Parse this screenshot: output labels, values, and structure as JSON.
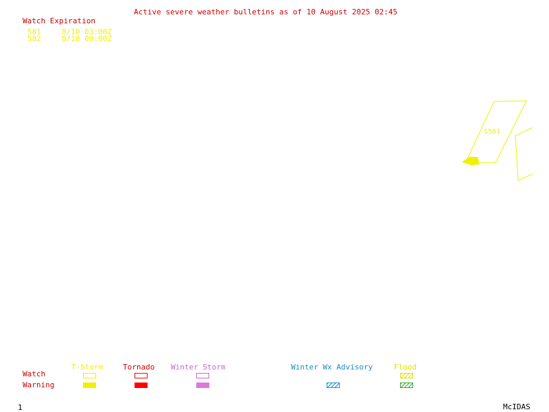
{
  "title": "Active severe weather bulletins as of 10 August 2025 02:45",
  "watch_expiration": {
    "heading": "Watch Expiration",
    "rows": [
      {
        "id": "581",
        "time": "8/10 03:00Z"
      },
      {
        "id": "582",
        "time": "8/10 09:00Z"
      }
    ]
  },
  "map": {
    "watch_label": "S581"
  },
  "legend": {
    "row_labels": {
      "watch": "Watch",
      "warning": "Warning"
    },
    "categories": {
      "tstorm": "T-Storm",
      "tornado": "Tornado",
      "winter_storm": "Winter Storm",
      "winter_wx": "Winter Wx Advisory",
      "flood": "Flood"
    }
  },
  "footer": {
    "frame_number": "1",
    "brand": "McIDAS"
  },
  "colors": {
    "text_red": "#cc0000",
    "tstorm": "#f0f000",
    "tornado": "#ff0000",
    "winter_storm": "#cc66cc",
    "winter_wx": "#1a8ccc",
    "flood_text": "#e0e000",
    "flood_hatch": "#33aa33"
  }
}
